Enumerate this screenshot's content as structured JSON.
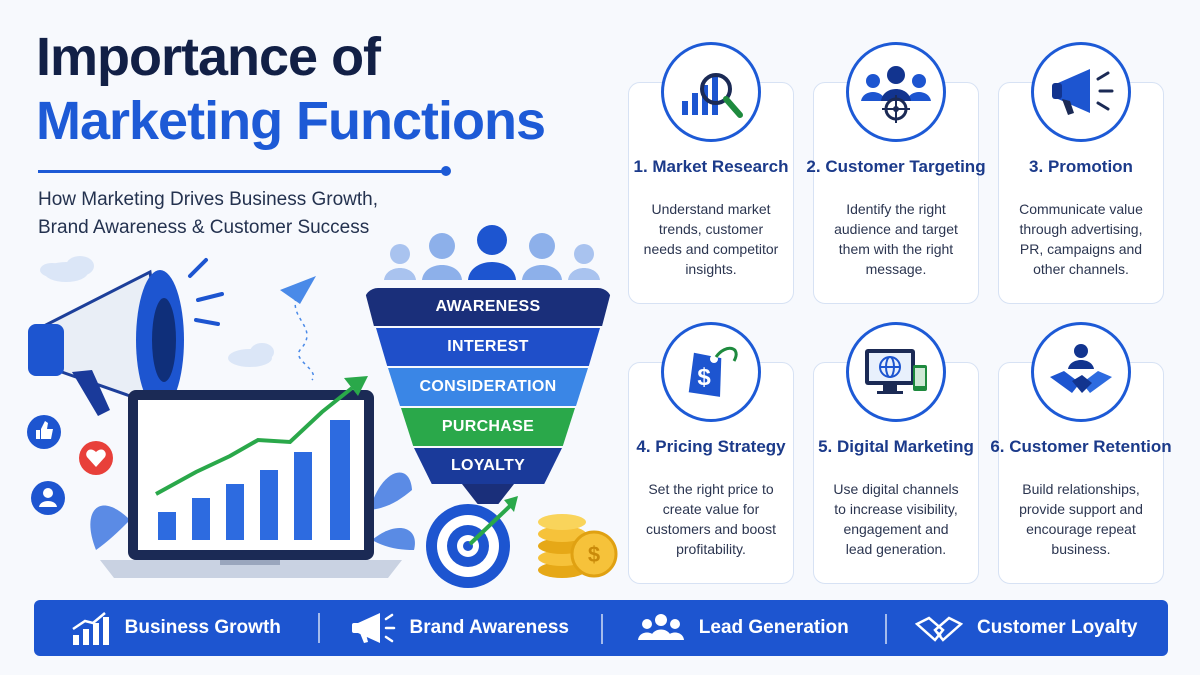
{
  "header": {
    "title_line1": "Importance of",
    "title_line2": "Marketing Functions",
    "subtitle_line1": "How Marketing Drives Business Growth,",
    "subtitle_line2": "Brand Awareness & Customer Success"
  },
  "funnel": {
    "stages": [
      "AWARENESS",
      "INTEREST",
      "CONSIDERATION",
      "PURCHASE",
      "LOYALTY"
    ]
  },
  "functions": [
    {
      "title": "1. Market Research",
      "desc": [
        "Understand market",
        "trends, customer",
        "needs and competitor",
        "insights."
      ],
      "icon": "magnifier-chart-icon"
    },
    {
      "title": "2. Customer Targeting",
      "desc": [
        "Identify the right",
        "audience and target",
        "them with the right",
        "message."
      ],
      "icon": "audience-target-icon"
    },
    {
      "title": "3. Promotion",
      "desc": [
        "Communicate value",
        "through advertising,",
        "PR, campaigns and",
        "other channels."
      ],
      "icon": "megaphone-icon"
    },
    {
      "title": "4. Pricing Strategy",
      "desc": [
        "Set the right price to",
        "create value for",
        "customers and boost",
        "profitability."
      ],
      "icon": "price-tag-icon"
    },
    {
      "title": "5. Digital Marketing",
      "desc": [
        "Use digital channels",
        "to increase visibility,",
        "engagement and",
        "lead generation."
      ],
      "icon": "monitor-globe-icon"
    },
    {
      "title": "6. Customer Retention",
      "desc": [
        "Build relationships,",
        "provide support and",
        "encourage repeat",
        "business."
      ],
      "icon": "handshake-icon"
    }
  ],
  "benefits": [
    {
      "label": "Business Growth",
      "icon": "growth-chart-icon"
    },
    {
      "label": "Brand Awareness",
      "icon": "megaphone-icon"
    },
    {
      "label": "Lead Generation",
      "icon": "people-group-icon"
    },
    {
      "label": "Customer Loyalty",
      "icon": "handshake-icon"
    }
  ],
  "colors": {
    "primary": "#1d5ad6",
    "navy": "#122046",
    "funnel": [
      "#1a2f7a",
      "#1f4fc9",
      "#3a86e6",
      "#2aa84a",
      "#1a3a9a"
    ]
  }
}
